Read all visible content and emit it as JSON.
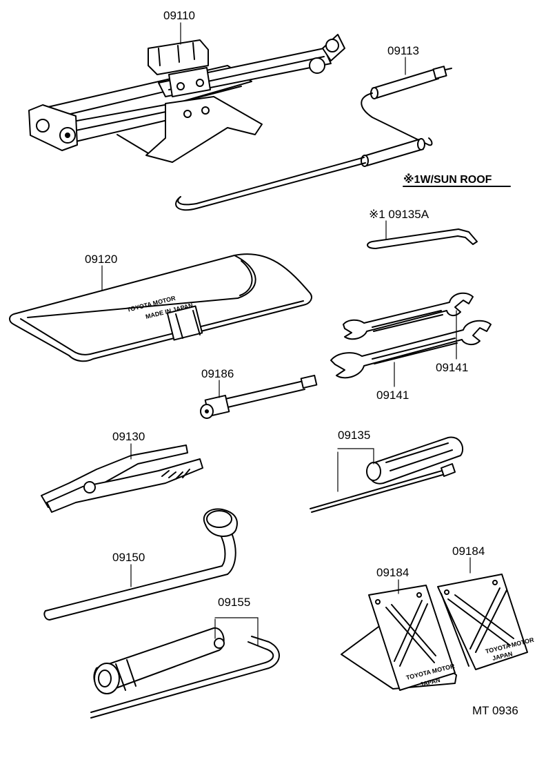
{
  "parts": [
    {
      "id": "jack",
      "label": "09110"
    },
    {
      "id": "jack-handle",
      "label": "09113"
    },
    {
      "id": "tool-bag",
      "label": "09120",
      "imprint_line1": "TOYOTA MOTOR",
      "imprint_line2": "MADE IN JAPAN"
    },
    {
      "id": "sunroof-wrench",
      "label": "※1 09135A"
    },
    {
      "id": "wrench-upper",
      "label": "09141"
    },
    {
      "id": "wrench-lower",
      "label": "09141"
    },
    {
      "id": "extension-bar",
      "label": "09186"
    },
    {
      "id": "pliers",
      "label": "09130"
    },
    {
      "id": "screwdriver",
      "label": "09135"
    },
    {
      "id": "lug-wrench",
      "label": "09150"
    },
    {
      "id": "spark-plug-wrench",
      "label": "09155"
    },
    {
      "id": "wheel-chock-front",
      "label": "09184",
      "imprint_line1": "TOYOTA MOTOR",
      "imprint_line2": "JAPAN"
    },
    {
      "id": "wheel-chock-rear",
      "label": "09184",
      "imprint_line1": "TOYOTA MOTOR",
      "imprint_line2": "JAPAN"
    }
  ],
  "note": {
    "text": "※1W/SUN ROOF"
  },
  "figure_code": "MT 0936"
}
